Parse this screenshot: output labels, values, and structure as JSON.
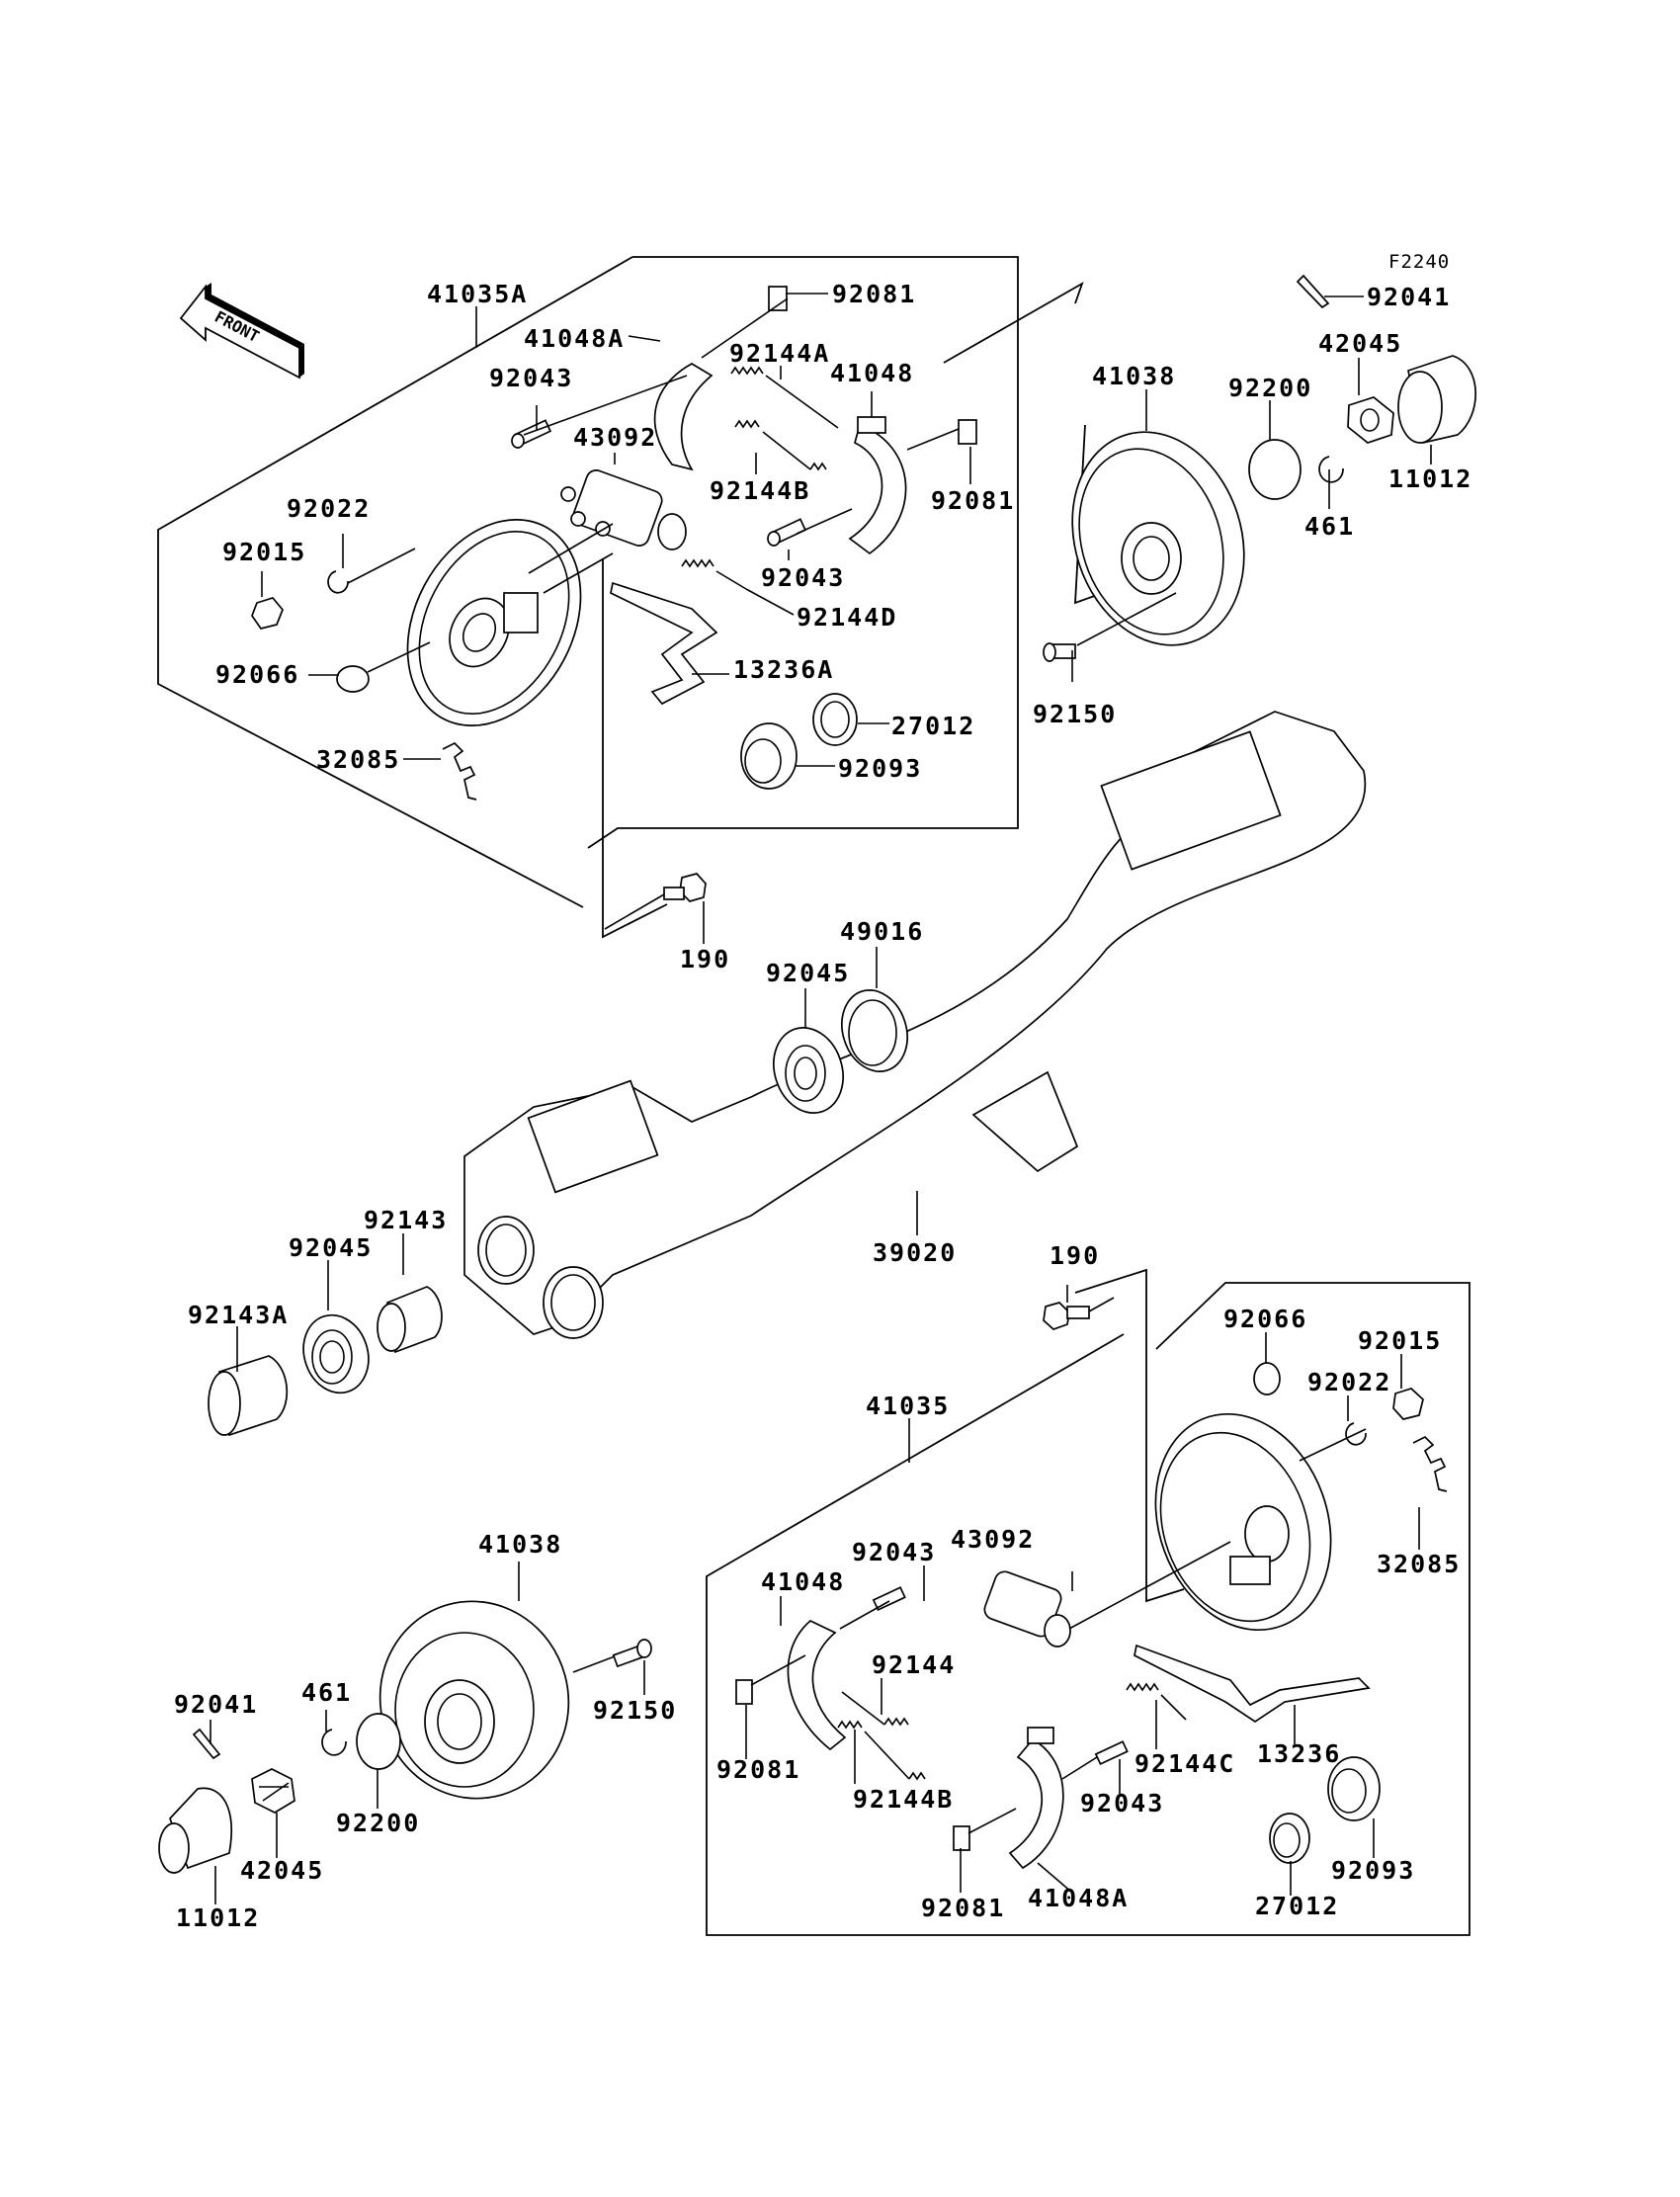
{
  "figure_code": "F2240",
  "front_arrow": {
    "label": "FRONT",
    "icon": "front-direction-arrow-icon"
  },
  "groups": {
    "upper_brake_assembly": "41035A",
    "lower_brake_assembly": "41035"
  },
  "labels": {
    "u_41035A": "41035A",
    "u_41048A": "41048A",
    "u_92081_top": "92081",
    "u_92043_a": "92043",
    "u_92144A": "92144A",
    "u_41048": "41048",
    "u_43092": "43092",
    "u_92144B": "92144B",
    "u_92081_b": "92081",
    "u_92022": "92022",
    "u_92015": "92015",
    "u_92043_b": "92043",
    "u_92144D": "92144D",
    "u_92066": "92066",
    "u_13236A": "13236A",
    "u_27012": "27012",
    "u_32085": "32085",
    "u_92093": "92093",
    "u_190": "190",
    "r_92041": "92041",
    "r_42045": "42045",
    "r_41038": "41038",
    "r_92200": "92200",
    "r_11012": "11012",
    "r_461": "461",
    "r_92150": "92150",
    "a_49016": "49016",
    "a_92045": "92045",
    "a_39020": "39020",
    "l_92143": "92143",
    "l_92045": "92045",
    "l_92143A": "92143A",
    "b_190": "190",
    "b_92066": "92066",
    "b_92015": "92015",
    "b_92022": "92022",
    "b_41035": "41035",
    "b_32085": "32085",
    "b_43092": "43092",
    "b_41048": "41048",
    "b_92043_a": "92043",
    "b_92144": "92144",
    "b_92081_a": "92081",
    "b_92144B": "92144B",
    "b_92144C": "92144C",
    "b_13236": "13236",
    "b_92043_b": "92043",
    "b_92093": "92093",
    "b_92081_b": "92081",
    "b_41048A": "41048A",
    "b_27012": "27012",
    "d_41038": "41038",
    "d_92150": "92150",
    "d_92041": "92041",
    "d_461": "461",
    "d_92200": "92200",
    "d_42045": "42045",
    "d_11012": "11012"
  }
}
